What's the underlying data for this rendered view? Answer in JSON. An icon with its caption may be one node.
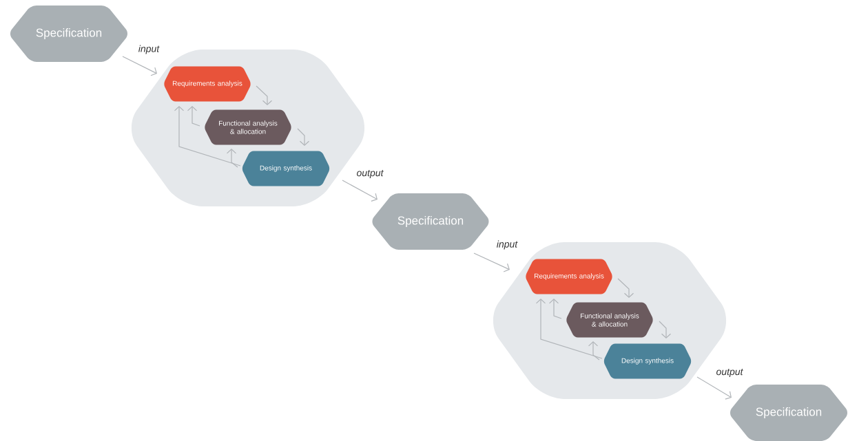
{
  "diagram": {
    "nodes": [
      {
        "text": [
          "Specification"
        ]
      },
      {
        "text": [],
        "shape": "hexagon"
      },
      {
        "text": [
          "Requirements analysis"
        ],
        "in": 1
      },
      {
        "text": [
          "Functional analysis & allocation"
        ],
        "in": 1
      },
      {
        "text": [
          "Design synthesis"
        ],
        "in": 1
      },
      {
        "text": [
          "Specification"
        ]
      },
      {
        "text": [],
        "shape": "hexagon"
      },
      {
        "text": [
          "Requirements analysis"
        ],
        "in": 6
      },
      {
        "text": [
          "Functional analysis & allocation"
        ],
        "in": 6
      },
      {
        "text": [
          "Design synthesis"
        ],
        "in": 6
      },
      {
        "text": [
          "Specification"
        ]
      }
    ],
    "edges": [
      {
        "from": 0,
        "to": 1,
        "arrow": "to",
        "label": "input"
      },
      {
        "from": 2,
        "to": 3,
        "arrow": "to"
      },
      {
        "from": 3,
        "to": 4,
        "arrow": "to"
      },
      {
        "from": 4,
        "to": 3,
        "arrow": "to"
      },
      {
        "from": 3,
        "to": 2,
        "arrow": "to"
      },
      {
        "from": 4,
        "to": 2,
        "arrow": "to"
      },
      {
        "from": 1,
        "to": 5,
        "arrow": "to",
        "label": "output"
      },
      {
        "from": 5,
        "to": 6,
        "arrow": "to",
        "label": "input"
      },
      {
        "from": 7,
        "to": 8,
        "arrow": "to"
      },
      {
        "from": 8,
        "to": 9,
        "arrow": "to"
      },
      {
        "from": 9,
        "to": 8,
        "arrow": "to"
      },
      {
        "from": 8,
        "to": 7,
        "arrow": "to"
      },
      {
        "from": 9,
        "to": 7,
        "arrow": "to"
      },
      {
        "from": 6,
        "to": 10,
        "arrow": "to",
        "label": "output"
      }
    ]
  }
}
